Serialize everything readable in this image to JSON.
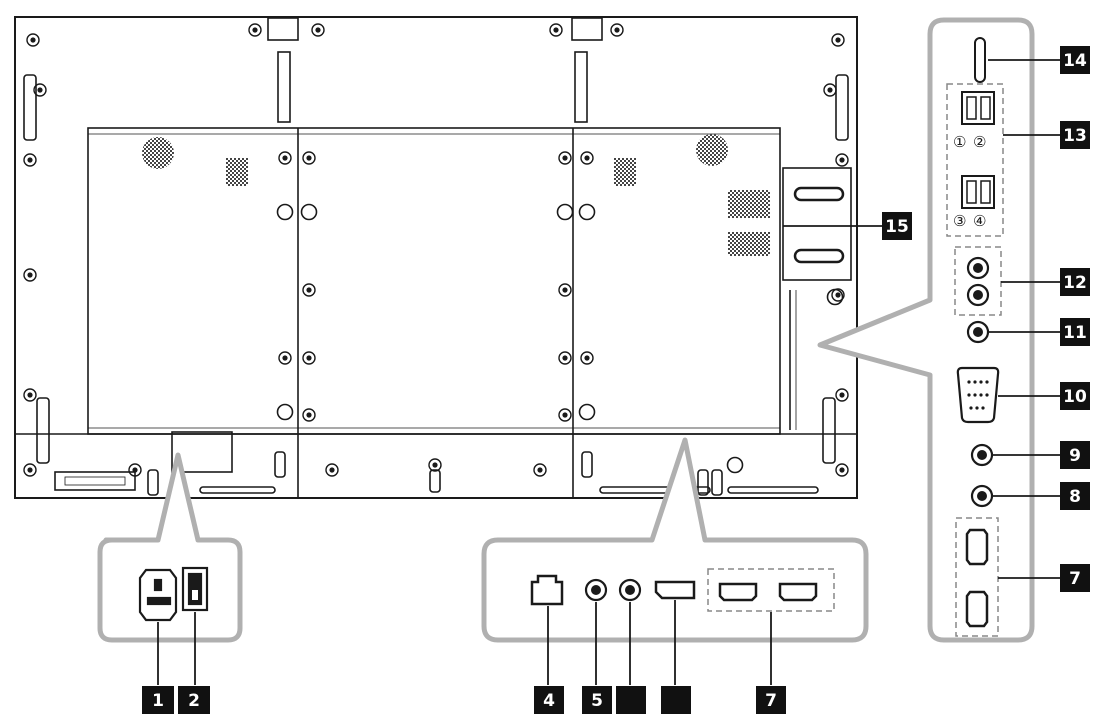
{
  "callouts": {
    "c1": "1",
    "c2": "2",
    "c4": "4",
    "c5": "5",
    "c7a": "7",
    "c7b": "7",
    "c8": "8",
    "c9": "9",
    "c10": "10",
    "c11": "11",
    "c12": "12",
    "c13": "13",
    "c14": "14",
    "c15": "15"
  },
  "usb_labels": {
    "u1": "①",
    "u2": "②",
    "u3": "③",
    "u4": "④"
  },
  "colors": {
    "line": "#1a1a1a",
    "callout_fill": "#111111",
    "callout_text": "#ffffff",
    "zoom_outline": "#b0b0b0",
    "vent": "#444444"
  }
}
